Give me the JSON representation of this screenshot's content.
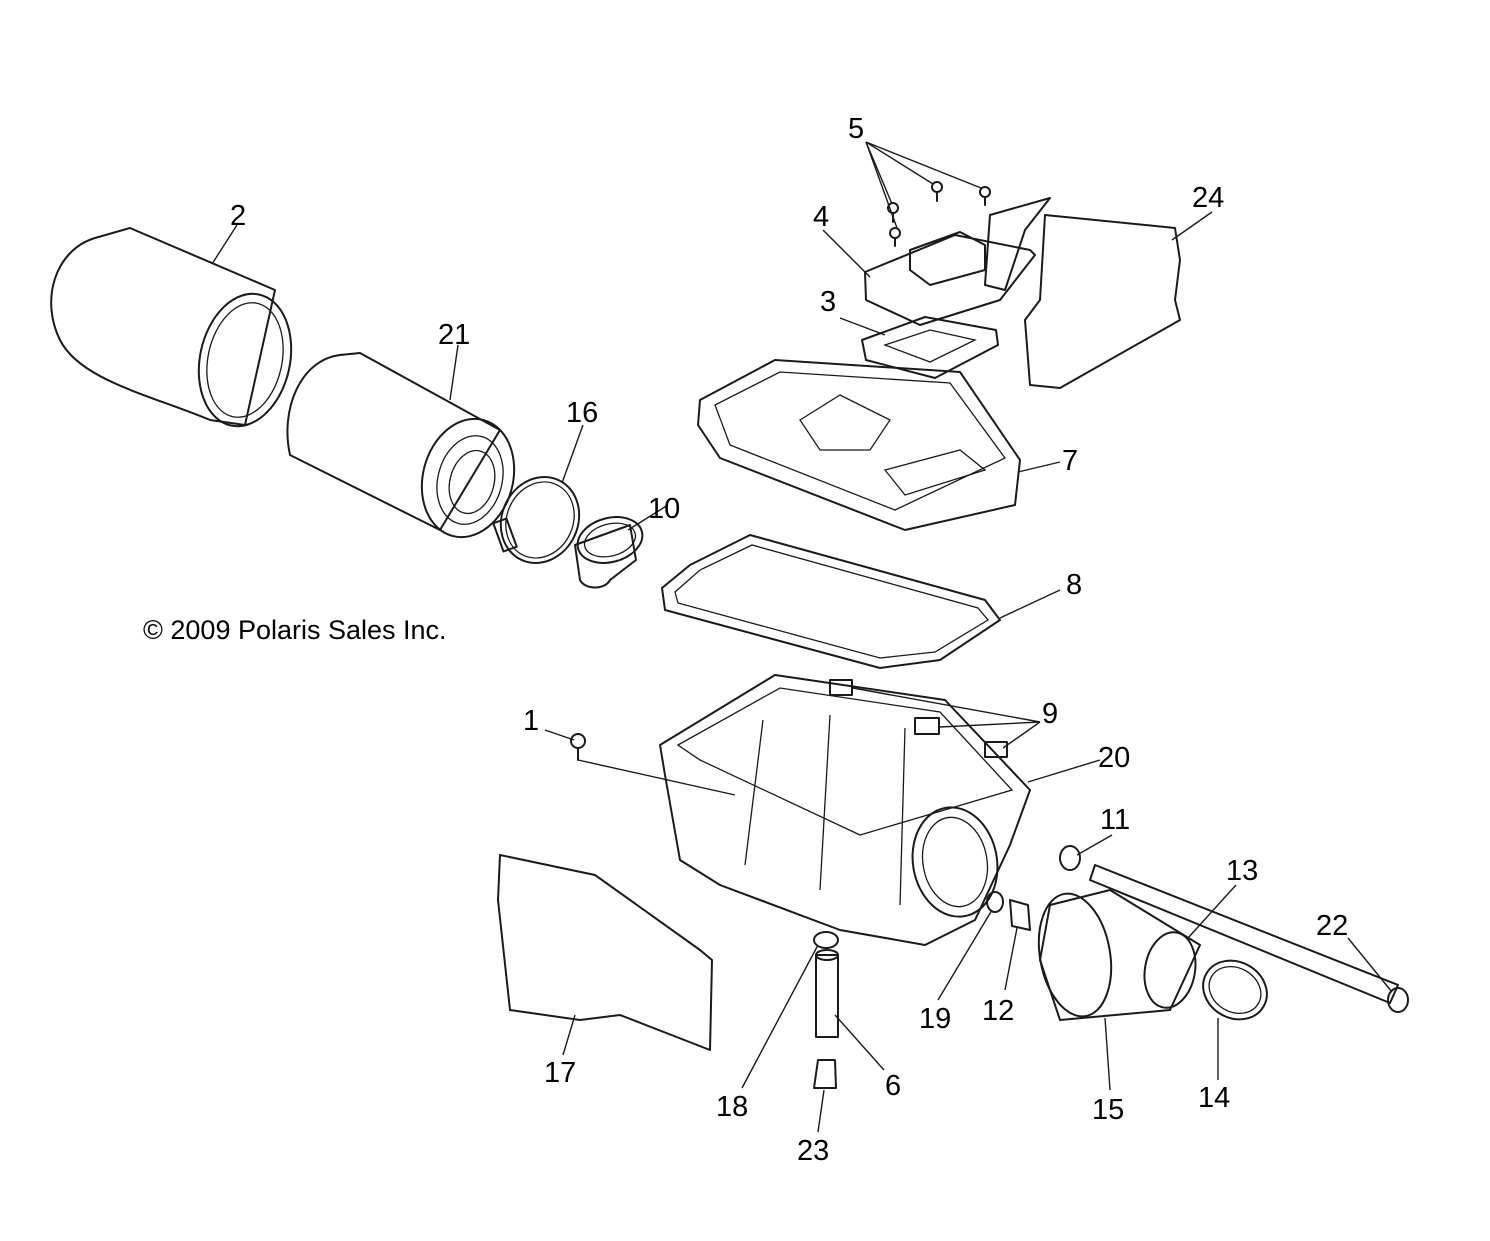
{
  "copyright": "© 2009 Polaris Sales Inc.",
  "callouts": {
    "c1": "1",
    "c2": "2",
    "c3": "3",
    "c4": "4",
    "c5": "5",
    "c6": "6",
    "c7": "7",
    "c8": "8",
    "c9": "9",
    "c10": "10",
    "c11": "11",
    "c12": "12",
    "c13": "13",
    "c14": "14",
    "c15": "15",
    "c16": "16",
    "c17": "17",
    "c18": "18",
    "c19": "19",
    "c20": "20",
    "c21": "21",
    "c22": "22",
    "c23": "23",
    "c24": "24"
  }
}
